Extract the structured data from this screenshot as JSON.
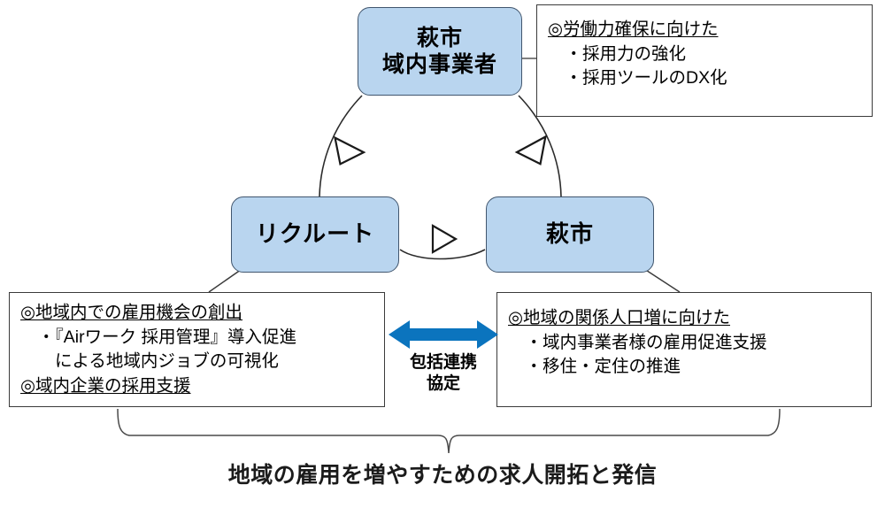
{
  "diagram": {
    "title": "地域の雇用を増やすための求人開拓と発信",
    "colors": {
      "node_fill": "#b9d5ef",
      "node_border": "#41566e",
      "box_border": "#3b3b3b",
      "arrow_blue": "#0b74be",
      "cycle_stroke": "#2b2b2b"
    },
    "nodes": {
      "top": {
        "label": "萩市\n域内事業者",
        "line1": "萩市",
        "line2": "域内事業者"
      },
      "left": {
        "label": "リクルート"
      },
      "right": {
        "label": "萩市"
      }
    },
    "boxes": {
      "top_right": {
        "lines": [
          "◎労働力確保に向けた",
          "　・採用力の強化",
          "　・採用ツールのDX化"
        ]
      },
      "bottom_left": {
        "lines": [
          "◎地域内での雇用機会の創出",
          "　・『Airワーク 採用管理』導入促進",
          "　　による地域内ジョブの可視化",
          "◎域内企業の採用支援"
        ]
      },
      "bottom_right": {
        "lines": [
          "◎地域の関係人口増に向けた",
          "　・域内事業者様の雇用促進支援",
          "　・移住・定住の推進"
        ]
      }
    },
    "partnership": {
      "label": "包括連携\n協定",
      "arrow": "double-headed-horizontal-arrow"
    },
    "cycle": {
      "arrows": [
        "left-down",
        "right-up",
        "bottom-right"
      ],
      "direction": "clockwise"
    }
  }
}
